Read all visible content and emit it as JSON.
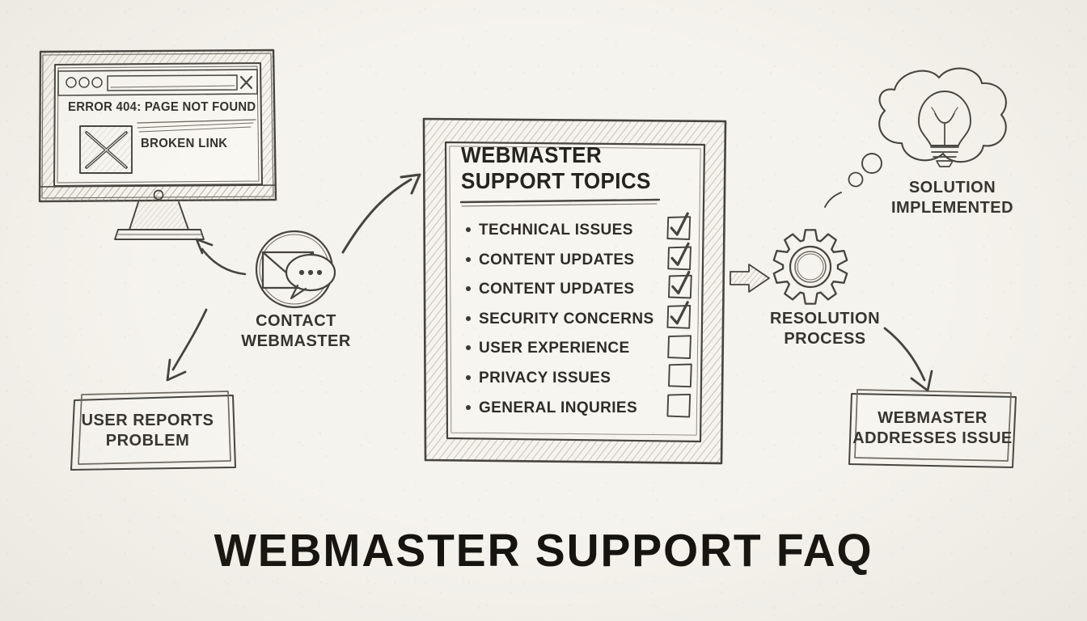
{
  "page": {
    "title": "WEBMASTER SUPPORT FAQ",
    "background_color": "#f5f3ed",
    "ink_color": "#46443f",
    "style": "hand-drawn pencil sketch"
  },
  "monitor": {
    "name": "error-screen-monitor",
    "browser_dots": 3,
    "close_icon": "×",
    "error_text": "ERROR 404: PAGE NOT FOUND",
    "broken_link_text": "BROKEN LINK",
    "broken_link_icon": "x-image-icon"
  },
  "contact_node": {
    "icon": "envelope-chat-icon",
    "label_line1": "CONTACT",
    "label_line2": "WEBMASTER"
  },
  "clipboard": {
    "title_line1": "WEBMASTER",
    "title_line2": "SUPPORT TOPICS",
    "items": [
      {
        "label": "TECHNICAL ISSUES",
        "checked": true
      },
      {
        "label": "CONTENT UPDATES",
        "checked": true
      },
      {
        "label": "CONTENT UPDATES",
        "checked": true
      },
      {
        "label": "SECURITY CONCERNS",
        "checked": true
      },
      {
        "label": "USER EXPERIENCE",
        "checked": false
      },
      {
        "label": "PRIVACY ISSUES",
        "checked": false
      },
      {
        "label": "GENERAL INQURIES",
        "checked": false
      }
    ]
  },
  "resolution_node": {
    "icon": "gear-icon",
    "label_line1": "RESOLUTION",
    "label_line2": "PROCESS"
  },
  "solution_node": {
    "icon": "thought-bubble-lightbulb-icon",
    "label_line1": "SOLUTION",
    "label_line2": "IMPLEMENTED"
  },
  "box_left": {
    "label_line1": "USER REPORTS",
    "label_line2": "PROBLEM"
  },
  "box_right": {
    "label_line1": "WEBMASTER",
    "label_line2": "ADDRESSES ISSUE"
  },
  "arrows": [
    {
      "name": "arrow-contact-to-monitor",
      "direction": "up-left"
    },
    {
      "name": "arrow-contact-to-clipboard",
      "direction": "up-right"
    },
    {
      "name": "arrow-contact-to-user-reports",
      "direction": "down-left"
    },
    {
      "name": "arrow-clipboard-to-gear",
      "direction": "right",
      "style": "block"
    },
    {
      "name": "arrow-gear-to-webmaster-addresses",
      "direction": "down-right"
    }
  ]
}
